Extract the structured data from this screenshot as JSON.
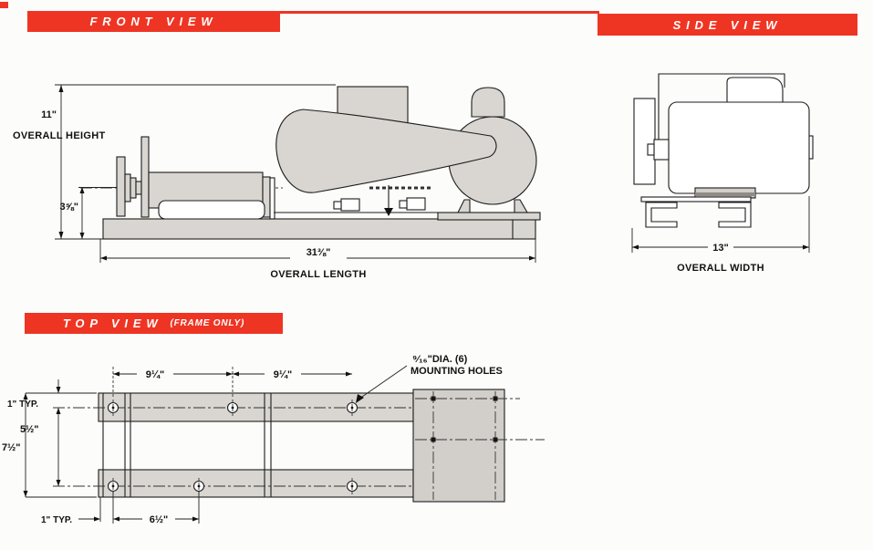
{
  "header": {
    "front_view_label": "FRONT VIEW",
    "side_view_label": "SIDE VIEW",
    "top_view_label": "TOP VIEW",
    "top_view_qualifier": "(FRAME ONLY)"
  },
  "front_view": {
    "overall_height_value": "11\"",
    "overall_height_label": "OVERALL HEIGHT",
    "centerline_height_value": "3⅝\"",
    "overall_length_value": "31⅜\"",
    "overall_length_label": "OVERALL LENGTH"
  },
  "side_view": {
    "overall_width_value": "13\"",
    "overall_width_label": "OVERALL WIDTH"
  },
  "top_view": {
    "hole_spacing_value_1": "9¼\"",
    "hole_spacing_value_2": "9¼\"",
    "mounting_note_line_1": "⁹⁄₁₆\"DIA. (6)",
    "mounting_note_line_2": "MOUNTING HOLES",
    "top_margin_value": "1\" TYP.",
    "row_spacing_value": "5½\"",
    "frame_width_value": "7½\"",
    "bottom_margin_value": "1\" TYP.",
    "bottom_hole_spacing_value": "6½\""
  },
  "colors": {
    "accent_red": "#ee3524",
    "drawing_gray": "#d9d6d1",
    "line_black": "#1c1c1c"
  }
}
